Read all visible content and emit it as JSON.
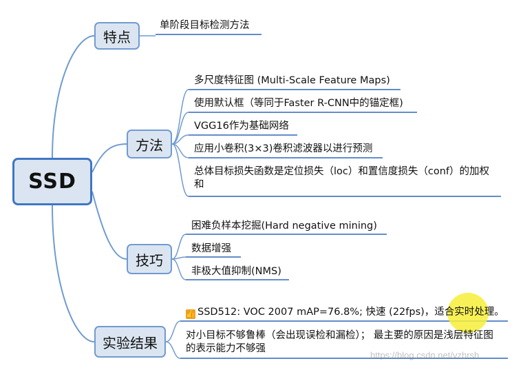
{
  "root": {
    "label": "SSD"
  },
  "branches": [
    {
      "label": "特点",
      "leaves": [
        "单阶段目标检测方法"
      ]
    },
    {
      "label": "方法",
      "leaves": [
        "多尺度特征图 (Multi-Scale Feature Maps)",
        "使用默认框（等同于Faster R-CNN中的锚定框)",
        "VGG16作为基础网络",
        "应用小卷积(3×3)卷积滤波器以进行预测",
        "总体目标损失函数是定位损失（loc）和置信度损失（conf）的加权和"
      ]
    },
    {
      "label": "技巧",
      "leaves": [
        "困难负样本挖掘(Hard negative mining)",
        "数据增强",
        "非极大值抑制(NMS)"
      ]
    },
    {
      "label": "实验结果",
      "leaves": [
        "SSD512: VOC 2007 mAP=76.8%; 快速 (22fps)，适合实时处理。",
        "对小目标不够鲁棒（会出现误检和漏检）； 最主要的原因是浅层特征图的表示能力不够强"
      ]
    }
  ],
  "watermark": "https://blog.csdn.net/vzhrsh",
  "colors": {
    "line": "#6f9bd1",
    "node_fill": "#dbe5f1",
    "root_border": "#3f76c4",
    "underline": "#2f66b8",
    "thumb": "#f0a020",
    "highlight": "#f6ef3a"
  },
  "icons": {
    "result_marker": "thumbs-up-icon"
  }
}
